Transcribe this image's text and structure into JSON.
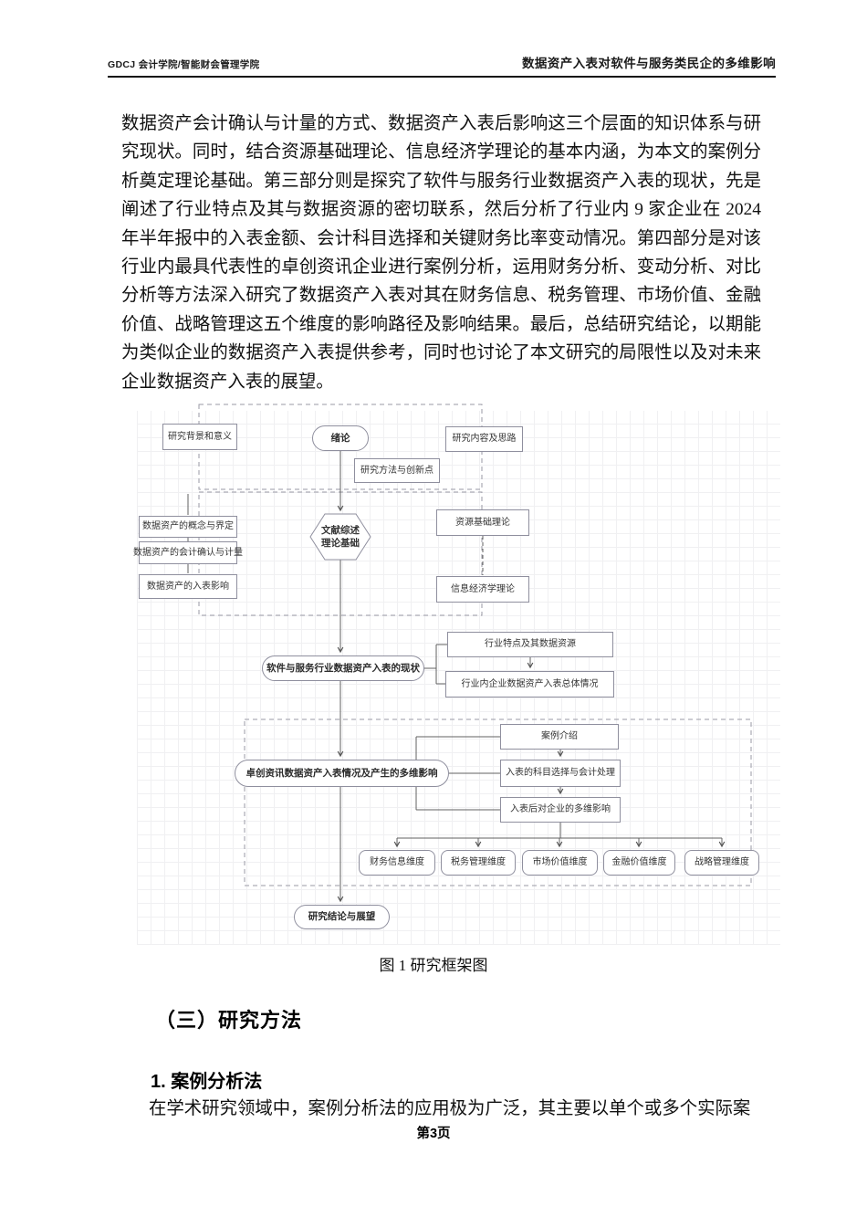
{
  "header": {
    "left": "GDCJ 会计学院/智能财会管理学院",
    "right": "数据资产入表对软件与服务类民企的多维影响"
  },
  "article": {
    "paragraph": "数据资产会计确认与计量的方式、数据资产入表后影响这三个层面的知识体系与研究现状。同时，结合资源基础理论、信息经济学理论的基本内涵，为本文的案例分析奠定理论基础。第三部分则是探究了软件与服务行业数据资产入表的现状，先是阐述了行业特点及其与数据资源的密切联系，然后分析了行业内 9 家企业在 2024 年半年报中的入表金额、会计科目选择和关键财务比率变动情况。第四部分是对该行业内最具代表性的卓创资讯企业进行案例分析，运用财务分析、变动分析、对比分析等方法深入研究了数据资产入表对其在财务信息、税务管理、市场价值、金融价值、战略管理这五个维度的影响路径及影响结果。最后，总结研究结论，以期能为类似企业的数据资产入表提供参考，同时也讨论了本文研究的局限性以及对未来企业数据资产入表的展望。"
  },
  "figure": {
    "caption": "图 1 研究框架图",
    "nodes": [
      {
        "label": "研究背景和意义"
      },
      {
        "label": "绪论"
      },
      {
        "label": "研究内容及思路"
      },
      {
        "label": "研究方法与创新点"
      },
      {
        "label": "数据资产的概念与界定"
      },
      {
        "label": "数据资产的会计确认与计量"
      },
      {
        "label": "数据资产的入表影响"
      },
      {
        "label": "文献综述\n理论基础"
      },
      {
        "label": "资源基础理论"
      },
      {
        "label": "信息经济学理论"
      },
      {
        "label": "软件与服务行业数据资产入表的现状"
      },
      {
        "label": "行业特点及其数据资源"
      },
      {
        "label": "行业内企业数据资产入表总体情况"
      },
      {
        "label": "卓创资讯数据资产入表情况及产生的多维影响"
      },
      {
        "label": "案例介绍"
      },
      {
        "label": "入表的科目选择与会计处理"
      },
      {
        "label": "入表后对企业的多维影响"
      },
      {
        "label": "财务信息维度"
      },
      {
        "label": "税务管理维度"
      },
      {
        "label": "市场价值维度"
      },
      {
        "label": "金融价值维度"
      },
      {
        "label": "战略管理维度"
      },
      {
        "label": "研究结论与展望"
      }
    ]
  },
  "section": {
    "heading": "（三）研究方法",
    "subheading": "1. 案例分析法",
    "paragraph": "在学术研究领域中，案例分析法的应用极为广泛，其主要以单个或多个实际案"
  },
  "footer": {
    "page_label": "第3页"
  }
}
